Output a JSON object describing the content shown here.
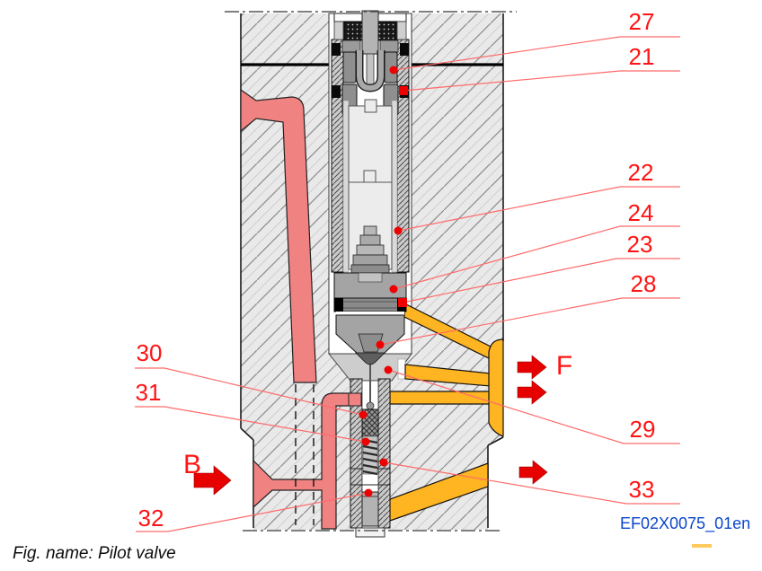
{
  "figure": {
    "caption": "Fig. name: Pilot valve",
    "reference_code": "EF02X0075_01en"
  },
  "callouts": [
    {
      "label": "27",
      "target": "solenoid-pole-piece"
    },
    {
      "label": "21",
      "target": "cartridge-sleeve-seal"
    },
    {
      "label": "22",
      "target": "armature-tube"
    },
    {
      "label": "24",
      "target": "cartridge-flange"
    },
    {
      "label": "23",
      "target": "o-ring-seal"
    },
    {
      "label": "28",
      "target": "valve-poppet-seat"
    },
    {
      "label": "29",
      "target": "outlet-chamber"
    },
    {
      "label": "33",
      "target": "lower-valve-body"
    },
    {
      "label": "30",
      "target": "poppet-stem"
    },
    {
      "label": "31",
      "target": "return-spring"
    },
    {
      "label": "32",
      "target": "bottom-plug"
    }
  ],
  "ports": [
    {
      "label": "B",
      "description": "inlet-port"
    },
    {
      "label": "F",
      "description": "outlet-port"
    }
  ],
  "colors": {
    "passage_pink": "#f08282",
    "passage_yellow": "#ffb421",
    "callout_red": "#ff1414",
    "arrow_red": "#e60000",
    "reference_blue": "#0a46cc",
    "body_gray": "#e9e9e9"
  }
}
